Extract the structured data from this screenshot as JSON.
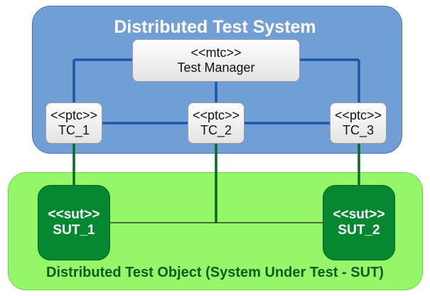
{
  "system": {
    "title": "Distributed Test System"
  },
  "object": {
    "title": "Distributed Test Object (System Under Test - SUT)"
  },
  "mtc": {
    "stereotype": "<<mtc>>",
    "label": "Test Manager"
  },
  "ptcs": [
    {
      "stereotype": "<<ptc>>",
      "label": "TC_1"
    },
    {
      "stereotype": "<<ptc>>",
      "label": "TC_2"
    },
    {
      "stereotype": "<<ptc>>",
      "label": "TC_3"
    }
  ],
  "suts": [
    {
      "stereotype": "<<sut>>",
      "label": "SUT_1"
    },
    {
      "stereotype": "<<sut>>",
      "label": "SUT_2"
    }
  ],
  "colors": {
    "system_fill": "#6f9fd5",
    "system_connector": "#1d57a8",
    "object_fill": "#94f76a",
    "sut_fill": "#05882f",
    "sut_connector": "#0a6b1e"
  }
}
